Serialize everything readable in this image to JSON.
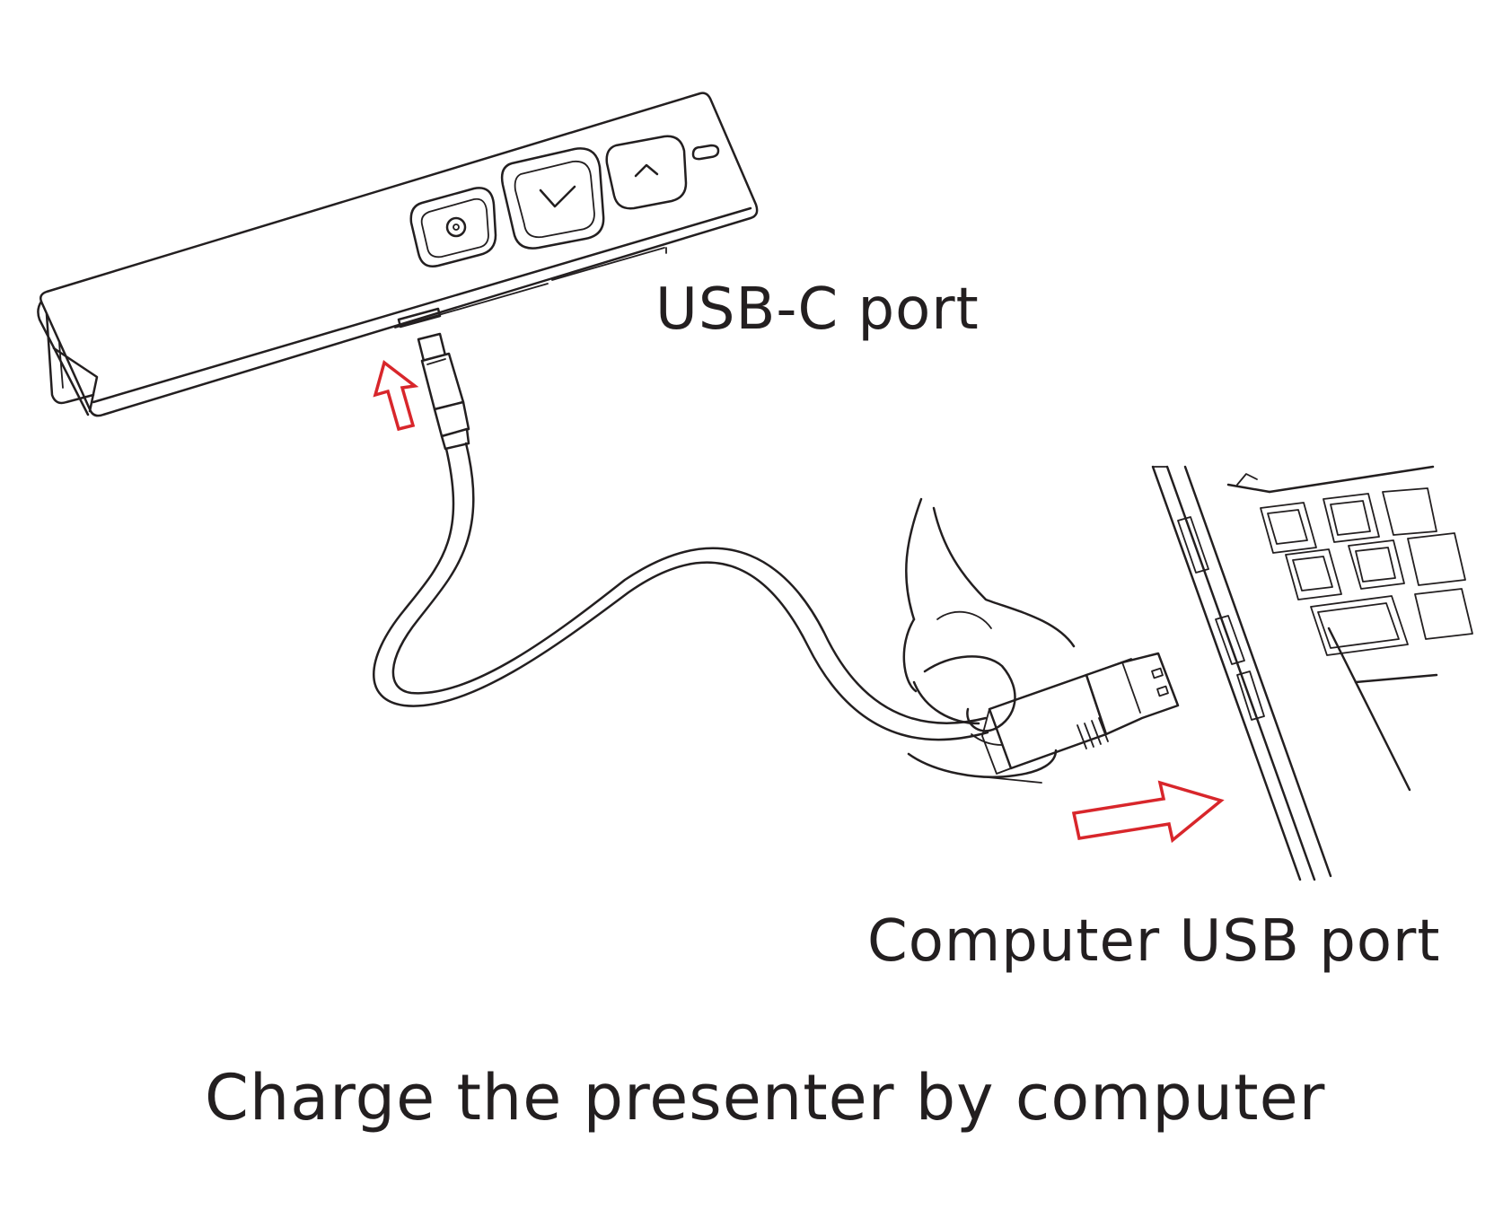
{
  "labels": {
    "usb_c_port": "USB-C port",
    "computer_usb_port": "Computer USB port",
    "caption": "Charge the presenter by computer"
  },
  "colors": {
    "line": "#231f20",
    "arrow": "#d8262b",
    "background": "#ffffff"
  },
  "icons": {
    "left_button": "laser-dot-icon",
    "middle_button": "chevron-down-icon",
    "right_button": "chevron-up-icon"
  }
}
